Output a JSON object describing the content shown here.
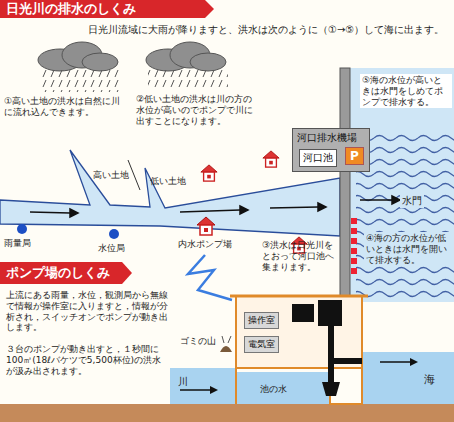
{
  "diagram": {
    "title": "日光川の排水のしくみ",
    "nodes": [
      {
        "text": [
          "ポンプ場のしくみ"
        ]
      },
      {
        "text": [
          "河口排水機場"
        ]
      },
      {
        "text": [
          "河口池"
        ],
        "in": 1
      },
      {
        "text": [
          "P"
        ],
        "in": 1
      },
      {
        "text": [
          "操作室"
        ]
      },
      {
        "text": [
          "電気室"
        ]
      }
    ],
    "labels": [
      "日光川流域に大雨が降りますと、洪水は次のように（①→⑤）して海に出ます。",
      "①高い土地の洪水は自然に川に流れ込んできます。",
      "②低い土地の洪水は川の方の水位が高いのでポンプで川に出すことになります。",
      "⑤海の水位が高いときは水門をしめてポンプで排水する。",
      "高い土地",
      "低い土地",
      "雨量局",
      "水位局",
      "内水ポンプ場",
      "③洪水は日光川をとおって河口池へ集まります。",
      "水門",
      "④海の方の水位が低いときは水門を開いて排水する。",
      "上流にある雨量，水位，観測局から無線で情報が操作室に入りますと，情報が分析され，スイッチオンでポンプが動き出します。",
      "３台のポンプが動き出すと，１秒間に100㎥(18ℓバケツで5,500杯位)の洪水が汲み出されます。",
      "ゴミの山",
      "池の水",
      "川",
      "海"
    ]
  }
}
